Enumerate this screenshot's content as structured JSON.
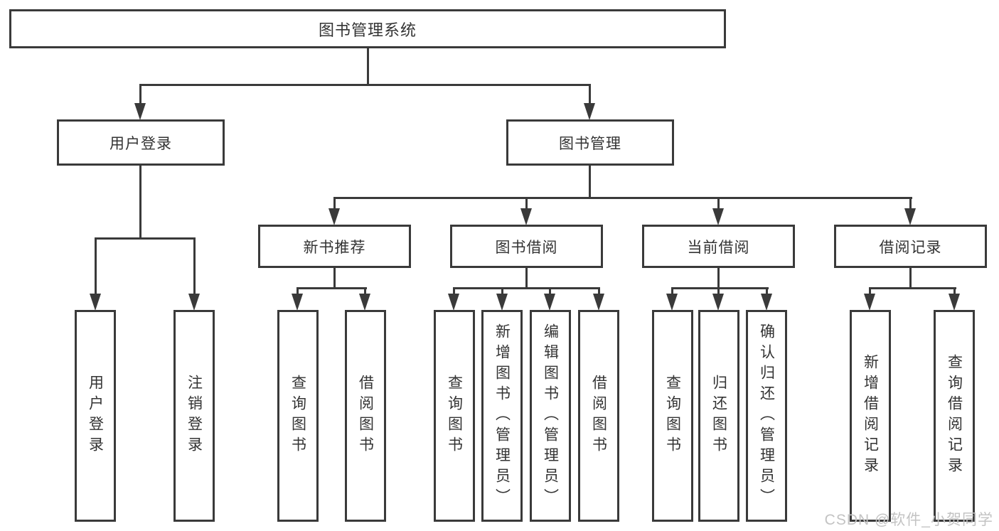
{
  "colors": {
    "line": "#3a3a3a",
    "text": "#333333",
    "watermark": "#c3c3c3",
    "background": "#ffffff"
  },
  "tree": {
    "title": "图书管理系统",
    "children": [
      {
        "label": "用户登录",
        "children": [
          {
            "label": "用户登录"
          },
          {
            "label": "注销登录"
          }
        ]
      },
      {
        "label": "图书管理",
        "children": [
          {
            "label": "新书推荐",
            "children": [
              {
                "label": "查询图书"
              },
              {
                "label": "借阅图书"
              }
            ]
          },
          {
            "label": "图书借阅",
            "children": [
              {
                "label": "查询图书"
              },
              {
                "label": "新增图书（管理员）"
              },
              {
                "label": "编辑图书（管理员）"
              },
              {
                "label": "借阅图书"
              }
            ]
          },
          {
            "label": "当前借阅",
            "children": [
              {
                "label": "查询图书"
              },
              {
                "label": "归还图书"
              },
              {
                "label": "确认归还（管理员）"
              }
            ]
          },
          {
            "label": "借阅记录",
            "children": [
              {
                "label": "新增借阅记录"
              },
              {
                "label": "查询借阅记录"
              }
            ]
          }
        ]
      }
    ]
  },
  "watermark": {
    "text": "CSDN @软件_小贺同学"
  }
}
